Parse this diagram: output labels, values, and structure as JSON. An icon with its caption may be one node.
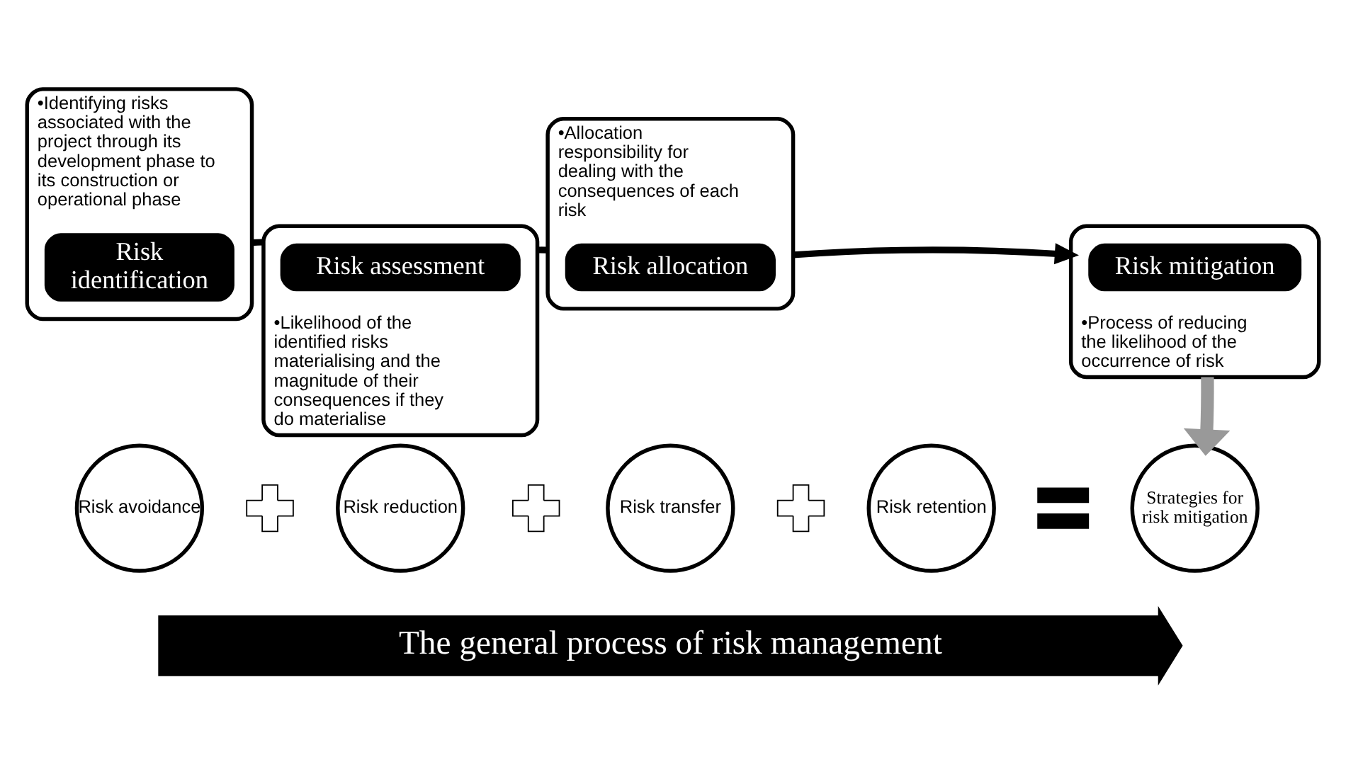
{
  "diagram": {
    "nodes": [
      {
        "text": [
          "•Identifying risks associated with the project through its development phase to its construction or operational phase"
        ]
      },
      {
        "text": [
          "Risk identification"
        ],
        "in": 0
      },
      {
        "text": [
          "•Likelihood of the identified risks materialising and the magnitude of their consequences if they do materialise"
        ]
      },
      {
        "text": [
          "Risk assessment"
        ],
        "in": 2
      },
      {
        "text": [
          "•Allocation responsibility for dealing with the consequences of each risk"
        ]
      },
      {
        "text": [
          "Risk allocation"
        ],
        "in": 4
      },
      {
        "text": [
          "•Process of reducing the likelihood of the occurrence of risk"
        ]
      },
      {
        "text": [
          "Risk mitigation"
        ],
        "in": 6
      },
      {
        "text": [
          "Risk avoidance"
        ]
      },
      {
        "text": [],
        "shape": "plus"
      },
      {
        "text": [
          "Risk reduction"
        ]
      },
      {
        "text": [],
        "shape": "plus"
      },
      {
        "text": [
          "Risk transfer"
        ]
      },
      {
        "text": [],
        "shape": "plus"
      },
      {
        "text": [
          "Risk retention"
        ]
      },
      {
        "text": [],
        "shape": "equals"
      },
      {
        "text": [
          "Strategies for risk mitigation"
        ]
      },
      {
        "text": [
          "The general process of risk management"
        ]
      }
    ],
    "edges": [
      {
        "from": 0,
        "to": 2,
        "arrow": "none"
      },
      {
        "from": 2,
        "to": 4,
        "arrow": "none"
      },
      {
        "from": 4,
        "to": 6,
        "arrow": "to"
      },
      {
        "from": 6,
        "to": 16,
        "arrow": "to",
        "style": "thick",
        "color": "#999999"
      }
    ]
  }
}
